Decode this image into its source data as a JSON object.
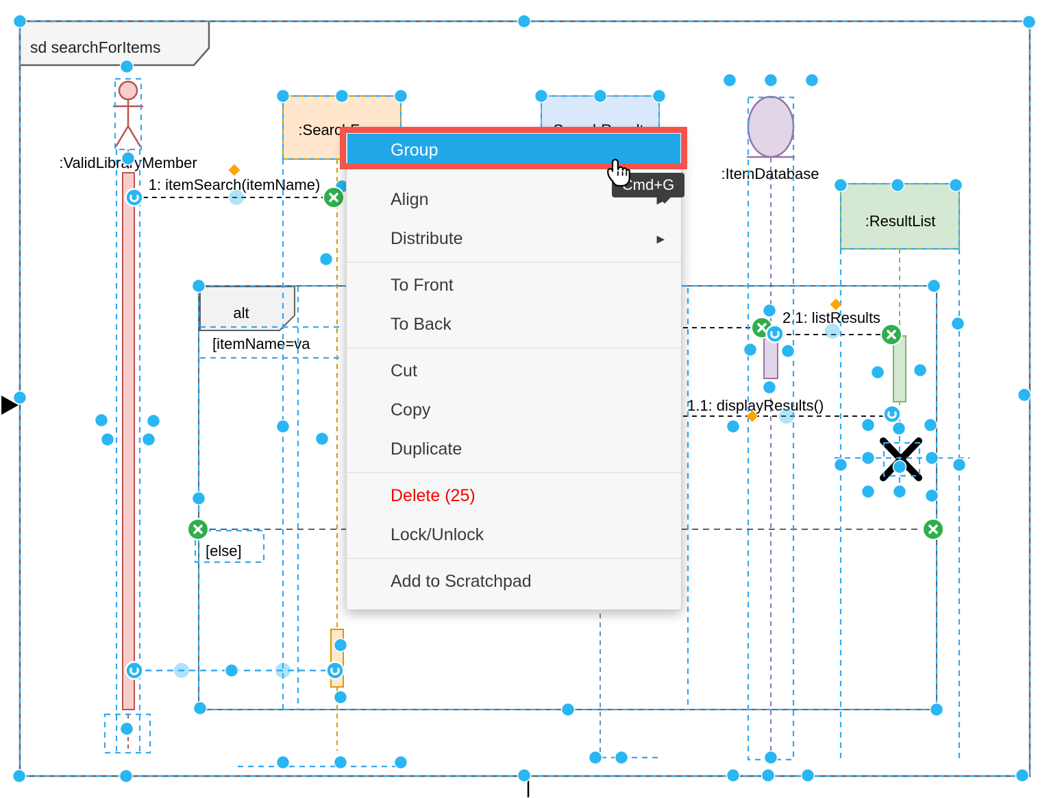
{
  "diagram": {
    "frame_label": "sd searchForItems",
    "participants": {
      "actor": ":ValidLibraryMember",
      "search_form": ":SearchForm",
      "search_results": ":SearchResults",
      "item_database": ":ItemDatabase",
      "result_list": ":ResultList"
    },
    "fragment": {
      "operator": "alt",
      "guard_if": "[itemName=va",
      "guard_else": "[else]"
    },
    "messages": {
      "m1": "1: itemSearch(itemName)",
      "m2": "2.1: listResults",
      "m3": "1.1: displayResults()"
    }
  },
  "context_menu": {
    "items": [
      {
        "label": "Group",
        "highlighted": true
      },
      {
        "label": "Align",
        "submenu": true
      },
      {
        "label": "Distribute",
        "submenu": true
      },
      {
        "label": "To Front"
      },
      {
        "label": "To Back"
      },
      {
        "label": "Cut"
      },
      {
        "label": "Copy"
      },
      {
        "label": "Duplicate"
      },
      {
        "label": "Delete (25)",
        "danger": true
      },
      {
        "label": "Lock/Unlock"
      },
      {
        "label": "Add to Scratchpad"
      }
    ],
    "submenu_arrow": "▶"
  },
  "tooltip": {
    "shortcut": "Cmd+G"
  },
  "colors": {
    "selection_handle": "#29b6f2",
    "selection_dash": "#33a9f2",
    "highlight_blue": "#21a7e8",
    "annotation_red": "#f4544a",
    "delete_red": "#f70000",
    "endpoint_green": "#2fae4d",
    "connection_diamond": "#ffa200",
    "actor_stroke": "#b85450",
    "actor_fill": "#f8cecc",
    "searchform_fill": "#ffe6cc",
    "searchform_stroke": "#d79b00",
    "searchresults_fill": "#dae8fc",
    "searchresults_stroke": "#6c8ebf",
    "itemdatabase_fill": "#e1d5e7",
    "itemdatabase_stroke": "#9673a6",
    "resultlist_fill": "#d5e8d4",
    "resultlist_stroke": "#82b366",
    "frame_stroke": "#616161"
  }
}
